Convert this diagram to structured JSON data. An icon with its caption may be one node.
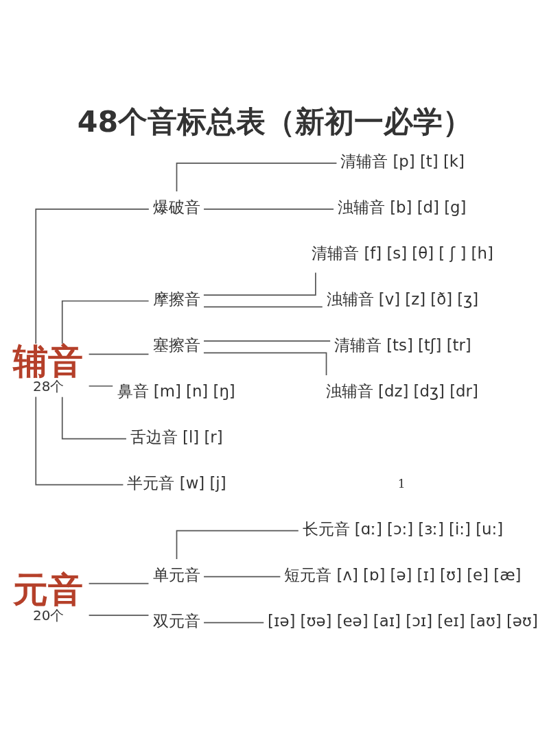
{
  "diagram": {
    "title": "48个音标总表（新初一必学）",
    "nodes": [
      {
        "text": [
          "元音"
        ],
        "beside": [
          "20个"
        ]
      },
      {
        "text": [
          "单元音"
        ]
      },
      {
        "text": [
          "长元音 [ɑː] [ɔ:] [ɜː] [i:] [u:]"
        ]
      },
      {
        "text": [
          "短元音 [ʌ] [ɒ] [ə] [ɪ] [ʊ] [e] [æ]"
        ]
      },
      {
        "text": [
          "双元音"
        ]
      },
      {
        "text": [
          "[ɪə] [ʊə] [eə] [aɪ] [ɔɪ] [eɪ] [aʊ] [əʊ]"
        ]
      },
      {
        "text": [
          "辅音"
        ],
        "beside": [
          "28个"
        ]
      },
      {
        "text": [
          "爆破音"
        ]
      },
      {
        "text": [
          "清辅音 [p] [t] [k]"
        ]
      },
      {
        "text": [
          "浊辅音 [b] [d] [g]"
        ]
      },
      {
        "text": [
          "摩擦音"
        ]
      },
      {
        "text": [
          "清辅音 [f] [s] [θ] [ ʃ ] [h]"
        ]
      },
      {
        "text": [
          "浊辅音 [v] [z] [ð] [ʒ]"
        ]
      },
      {
        "text": [
          "塞擦音"
        ]
      },
      {
        "text": [
          "清辅音 [ts] [tʃ] [tr]"
        ]
      },
      {
        "text": [
          "浊辅音 [dz] [dʒ] [dr]"
        ]
      },
      {
        "text": [
          "鼻音 [m] [n] [ŋ]"
        ]
      },
      {
        "text": [
          "舌边音 [l] [r]"
        ]
      },
      {
        "text": [
          "半元音 [w] [j]"
        ]
      }
    ],
    "edges": [
      {
        "from": 0,
        "to": 1,
        "arrow": "none"
      },
      {
        "from": 0,
        "to": 4,
        "arrow": "none"
      },
      {
        "from": 1,
        "to": 2,
        "arrow": "none"
      },
      {
        "from": 1,
        "to": 3,
        "arrow": "none"
      },
      {
        "from": 4,
        "to": 5,
        "arrow": "none"
      },
      {
        "from": 6,
        "to": 7,
        "arrow": "none"
      },
      {
        "from": 6,
        "to": 10,
        "arrow": "none"
      },
      {
        "from": 6,
        "to": 13,
        "arrow": "none"
      },
      {
        "from": 6,
        "to": 16,
        "arrow": "none"
      },
      {
        "from": 6,
        "to": 17,
        "arrow": "none"
      },
      {
        "from": 6,
        "to": 18,
        "arrow": "none"
      },
      {
        "from": 7,
        "to": 8,
        "arrow": "none"
      },
      {
        "from": 7,
        "to": 9,
        "arrow": "none"
      },
      {
        "from": 10,
        "to": 11,
        "arrow": "none"
      },
      {
        "from": 10,
        "to": 12,
        "arrow": "none"
      },
      {
        "from": 13,
        "to": 14,
        "arrow": "none"
      },
      {
        "from": 13,
        "to": 15,
        "arrow": "none"
      }
    ],
    "labels": [
      "1"
    ]
  }
}
